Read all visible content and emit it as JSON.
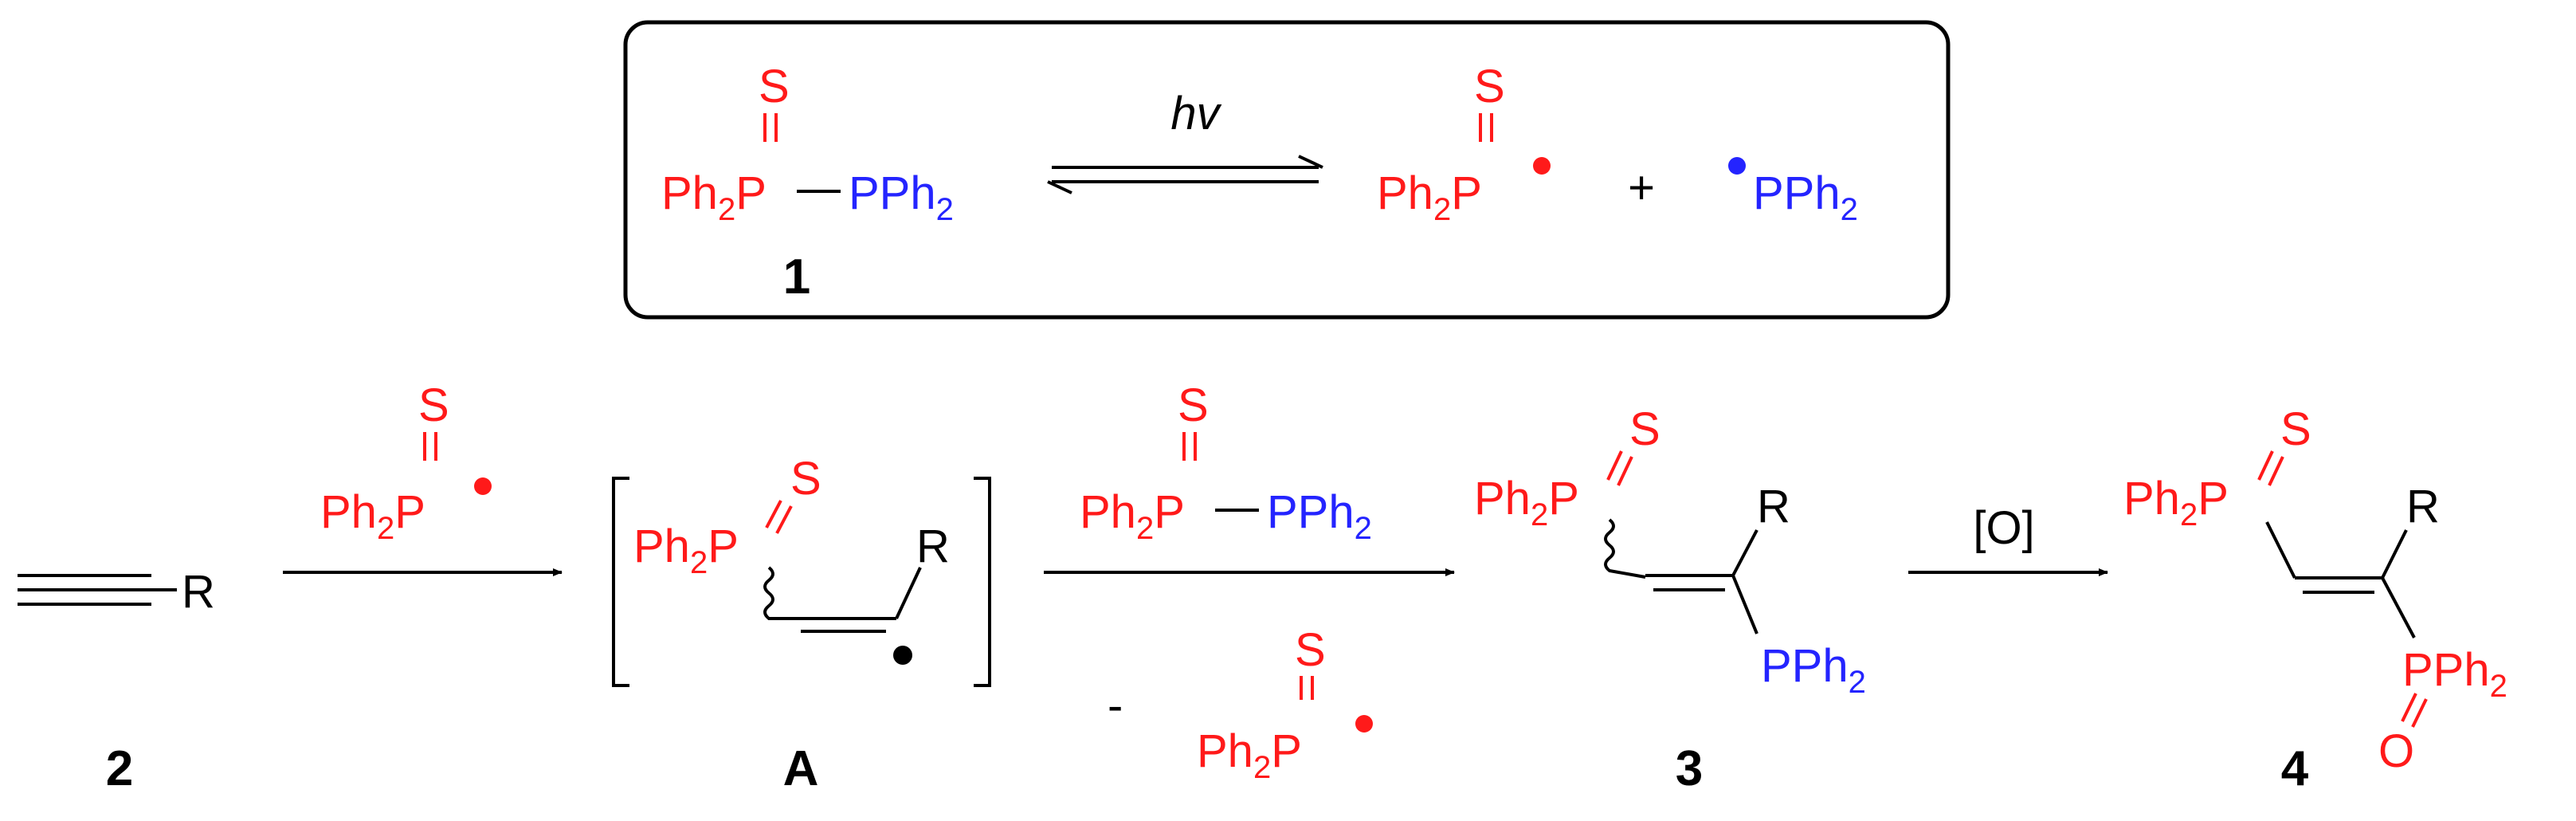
{
  "colors": {
    "ps_fragment": "#ff1a1a",
    "pph2_fragment": "#2424ff",
    "structure": "#000000"
  },
  "atoms": {
    "S": "S",
    "P": "P",
    "O": "O",
    "R": "R",
    "Ph": "Ph",
    "PPh": "PPh",
    "sub2": "2",
    "minus": "-",
    "plus": "+"
  },
  "box": {
    "condition": "hv",
    "compound_label": "1"
  },
  "scheme": {
    "compound_2": "2",
    "intermediate_A": "A",
    "compound_3": "3",
    "compound_4": "4",
    "oxidation_condition": "[O]"
  }
}
